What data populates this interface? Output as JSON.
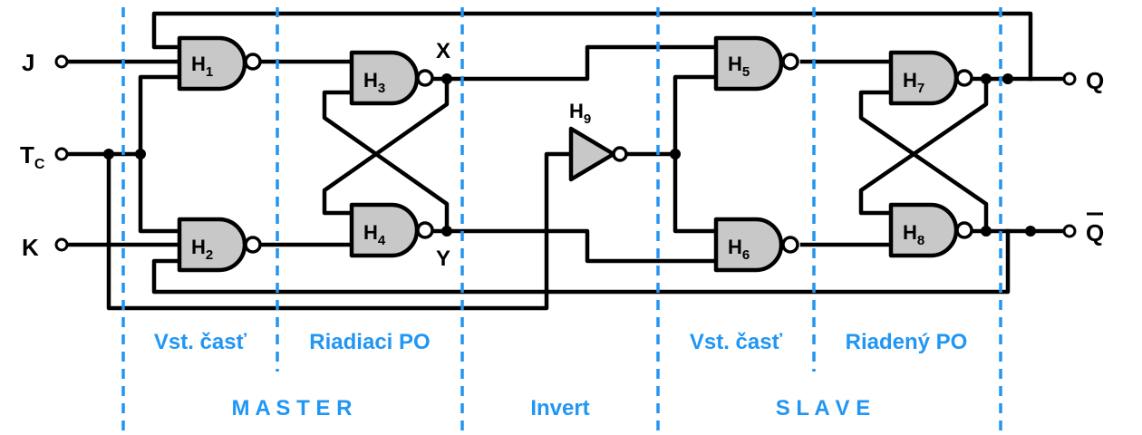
{
  "inputs": {
    "j": "J",
    "t": "T",
    "t_sub": "C",
    "k": "K"
  },
  "outputs": {
    "q": "Q",
    "qbar": "Q"
  },
  "nodes": {
    "x": "X",
    "y": "Y"
  },
  "gates": [
    {
      "id": "h1",
      "letter": "H",
      "sub": "1"
    },
    {
      "id": "h2",
      "letter": "H",
      "sub": "2"
    },
    {
      "id": "h3",
      "letter": "H",
      "sub": "3"
    },
    {
      "id": "h4",
      "letter": "H",
      "sub": "4"
    },
    {
      "id": "h5",
      "letter": "H",
      "sub": "5"
    },
    {
      "id": "h6",
      "letter": "H",
      "sub": "6"
    },
    {
      "id": "h7",
      "letter": "H",
      "sub": "7"
    },
    {
      "id": "h8",
      "letter": "H",
      "sub": "8"
    },
    {
      "id": "h9",
      "letter": "H",
      "sub": "9"
    }
  ],
  "sections": {
    "master_input": "Vst. časť",
    "master_control": "Riadiaci PO",
    "slave_input": "Vst. časť",
    "slave_controlled": "Riadený PO"
  },
  "blocks": {
    "master": "M A S T E R",
    "invert": "Invert",
    "slave": "S L A V E"
  },
  "colors": {
    "separator": "#2196f3",
    "gate_fill": "#c8c8c8",
    "wire": "#000000"
  }
}
